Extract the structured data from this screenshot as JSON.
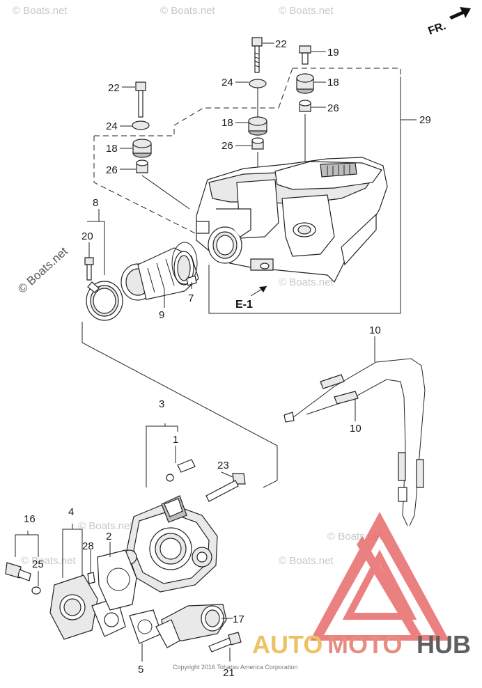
{
  "diagram": {
    "direction_label": "FR.",
    "section_ref": "E-1",
    "watermark": "© Boats.net",
    "copyright": "Copyright 2016 Tohatsu America Corporation",
    "brand": {
      "part1": "AUTO",
      "part2": "MOTO",
      "part3": "HUB",
      "color_auto": "#e8b84a",
      "color_moto": "#e07a6a",
      "color_hub": "#444444",
      "triangle_color": "#e86a6a"
    },
    "callouts": [
      "22",
      "19",
      "24",
      "18",
      "26",
      "29",
      "22",
      "24",
      "18",
      "26",
      "8",
      "20",
      "9",
      "7",
      "10",
      "10",
      "3",
      "1",
      "23",
      "4",
      "16",
      "28",
      "2",
      "25",
      "17",
      "5",
      "21"
    ]
  }
}
